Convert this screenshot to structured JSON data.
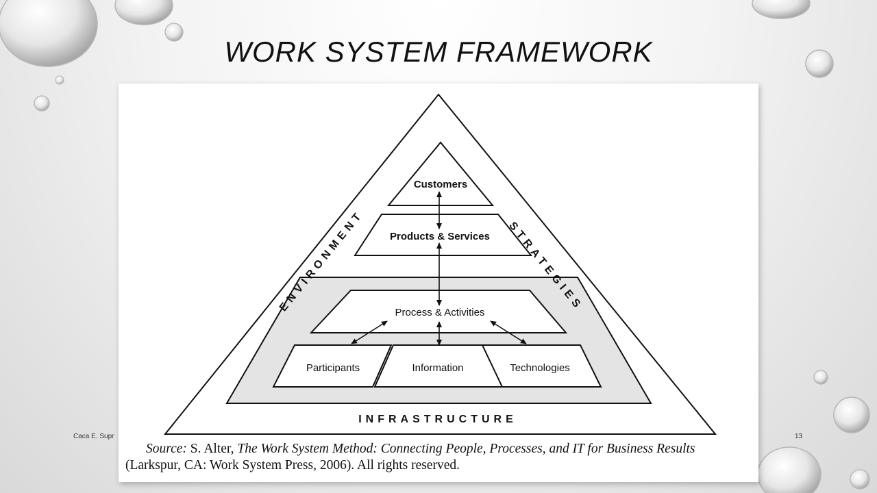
{
  "slide": {
    "title": "WORK SYSTEM FRAMEWORK",
    "footer_author": "Caca E. Supr",
    "page_number": "13"
  },
  "diagram": {
    "elements": {
      "customers": "Customers",
      "products_services": "Products & Services",
      "process_activities": "Process & Activities",
      "participants": "Participants",
      "information": "Information",
      "technologies": "Technologies"
    },
    "sides": {
      "left": "ENVIRONMENT",
      "right": "STRATEGIES",
      "bottom": "INFRASTRUCTURE"
    }
  },
  "source": {
    "label": "Source:",
    "author": "S. Alter,",
    "book_title": "The Work System Method: Connecting People, Processes, and IT for Business Results",
    "publication": "(Larkspur, CA: Work System Press, 2006). All rights reserved."
  }
}
